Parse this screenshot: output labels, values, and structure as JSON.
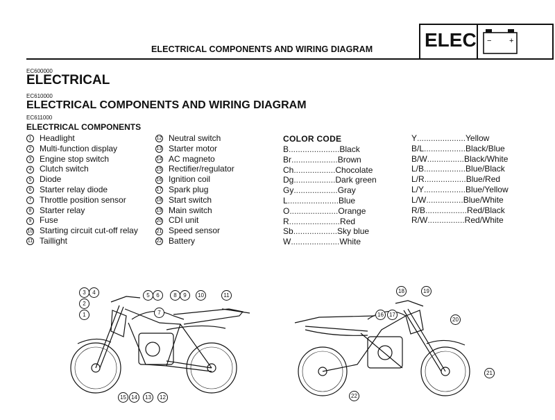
{
  "header": {
    "title": "ELECTRICAL COMPONENTS AND WIRING DIAGRAM",
    "section_tab": "ELEC",
    "section_icon": "battery-icon"
  },
  "codes": {
    "electrical": "EC600000",
    "components_wiring": "EC610000",
    "components": "EC611000"
  },
  "headings": {
    "electrical": "ELECTRICAL",
    "components_wiring": "ELECTRICAL COMPONENTS AND WIRING DIAGRAM",
    "components": "ELECTRICAL COMPONENTS"
  },
  "components_left": [
    {
      "num": "1",
      "label": "Headlight"
    },
    {
      "num": "2",
      "label": "Multi-function display"
    },
    {
      "num": "3",
      "label": "Engine stop switch"
    },
    {
      "num": "4",
      "label": "Clutch switch"
    },
    {
      "num": "5",
      "label": "Diode"
    },
    {
      "num": "6",
      "label": "Starter relay diode"
    },
    {
      "num": "7",
      "label": "Throttle position sensor"
    },
    {
      "num": "8",
      "label": "Starter relay"
    },
    {
      "num": "9",
      "label": "Fuse"
    },
    {
      "num": "10",
      "label": "Starting circuit cut-off relay"
    },
    {
      "num": "11",
      "label": "Taillight"
    }
  ],
  "components_right": [
    {
      "num": "12",
      "label": "Neutral switch"
    },
    {
      "num": "13",
      "label": "Starter motor"
    },
    {
      "num": "14",
      "label": "AC magneto"
    },
    {
      "num": "15",
      "label": "Rectifier/regulator"
    },
    {
      "num": "16",
      "label": "Ignition coil"
    },
    {
      "num": "17",
      "label": "Spark plug"
    },
    {
      "num": "18",
      "label": "Start switch"
    },
    {
      "num": "19",
      "label": "Main switch"
    },
    {
      "num": "20",
      "label": "CDI unit"
    },
    {
      "num": "21",
      "label": "Speed sensor"
    },
    {
      "num": "22",
      "label": "Battery"
    }
  ],
  "color_code": {
    "title": "COLOR CODE",
    "left": [
      {
        "abbr": "B",
        "dots": "......................",
        "name": "Black"
      },
      {
        "abbr": "Br",
        "dots": "....................",
        "name": "Brown"
      },
      {
        "abbr": "Ch",
        "dots": "..................",
        "name": "Chocolate"
      },
      {
        "abbr": "Dg",
        "dots": "..................",
        "name": "Dark green"
      },
      {
        "abbr": "Gy",
        "dots": "...................",
        "name": "Gray"
      },
      {
        "abbr": "L",
        "dots": "......................",
        "name": "Blue"
      },
      {
        "abbr": "O",
        "dots": ".....................",
        "name": "Orange"
      },
      {
        "abbr": "R",
        "dots": "......................",
        "name": "Red"
      },
      {
        "abbr": "Sb",
        "dots": "...................",
        "name": "Sky blue"
      },
      {
        "abbr": "W",
        "dots": ".....................",
        "name": "White"
      }
    ],
    "right": [
      {
        "abbr": "Y",
        "dots": ".....................",
        "name": "Yellow"
      },
      {
        "abbr": "B/L",
        "dots": "..................",
        "name": "Black/Blue"
      },
      {
        "abbr": "B/W",
        "dots": "................",
        "name": "Black/White"
      },
      {
        "abbr": "L/B",
        "dots": "..................",
        "name": "Blue/Black"
      },
      {
        "abbr": "L/R",
        "dots": "..................",
        "name": "Blue/Red"
      },
      {
        "abbr": "L/Y",
        "dots": "..................",
        "name": "Blue/Yellow"
      },
      {
        "abbr": "L/W",
        "dots": "................",
        "name": "Blue/White"
      },
      {
        "abbr": "R/B",
        "dots": "..................",
        "name": "Red/Black"
      },
      {
        "abbr": "R/W",
        "dots": "................",
        "name": "Red/White"
      }
    ]
  },
  "figure_left_callouts": [
    "1",
    "2",
    "3",
    "4",
    "5",
    "6",
    "7",
    "8",
    "9",
    "10",
    "11",
    "12",
    "13",
    "14",
    "15"
  ],
  "figure_right_callouts": [
    "16",
    "17",
    "18",
    "19",
    "20",
    "21",
    "22"
  ],
  "battery_terminals": {
    "neg": "−",
    "pos": "+"
  }
}
